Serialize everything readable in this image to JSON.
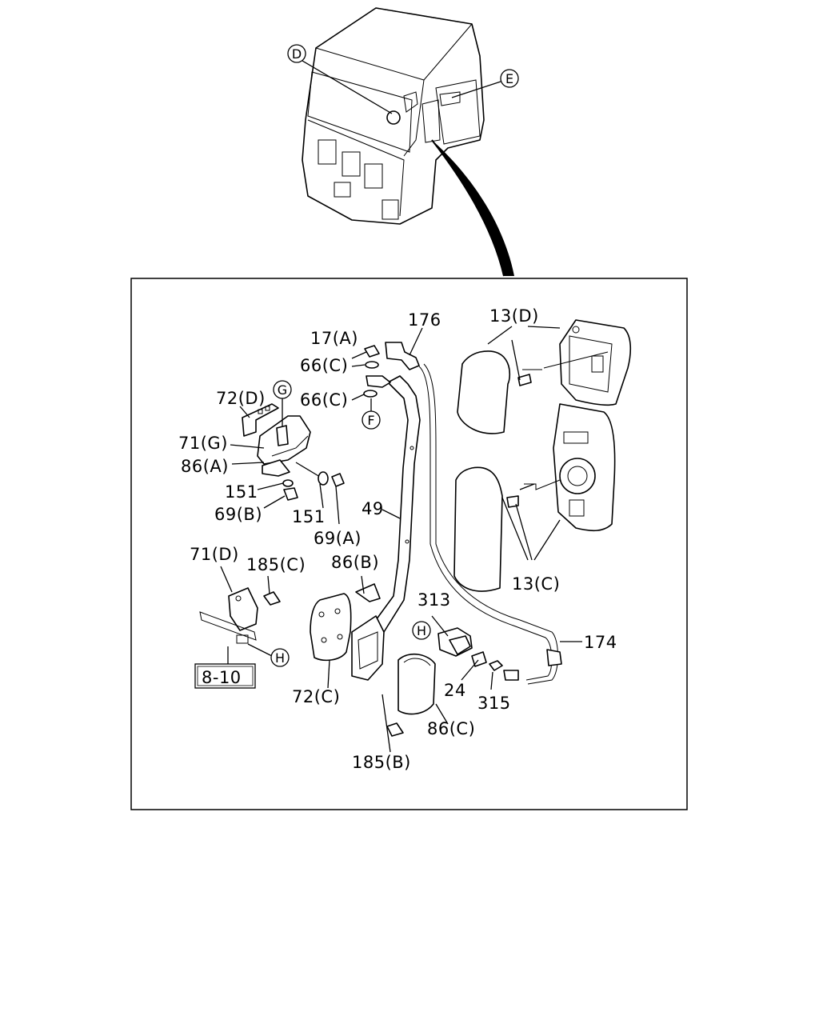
{
  "labels": {
    "l176": "176",
    "l13d": "13(D)",
    "l17a": "17(A)",
    "l66c_1": "66(C)",
    "l66c_2": "66(C)",
    "l72d": "72(D)",
    "l71g": "71(G)",
    "l86a": "86(A)",
    "l151_1": "151",
    "l151_2": "151",
    "l69b": "69(B)",
    "l69a": "69(A)",
    "l49": "49",
    "l71d": "71(D)",
    "l185c": "185(C)",
    "l86b": "86(B)",
    "l313": "313",
    "l174": "174",
    "l13c": "13(C)",
    "l24": "24",
    "l315": "315",
    "l72c": "72(C)",
    "l86c": "86(C)",
    "l185b": "185(B)",
    "l8_10": "8-10"
  },
  "callouts": {
    "D": "D",
    "E": "E",
    "G": "G",
    "F": "F",
    "H1": "H",
    "H2": "H"
  }
}
